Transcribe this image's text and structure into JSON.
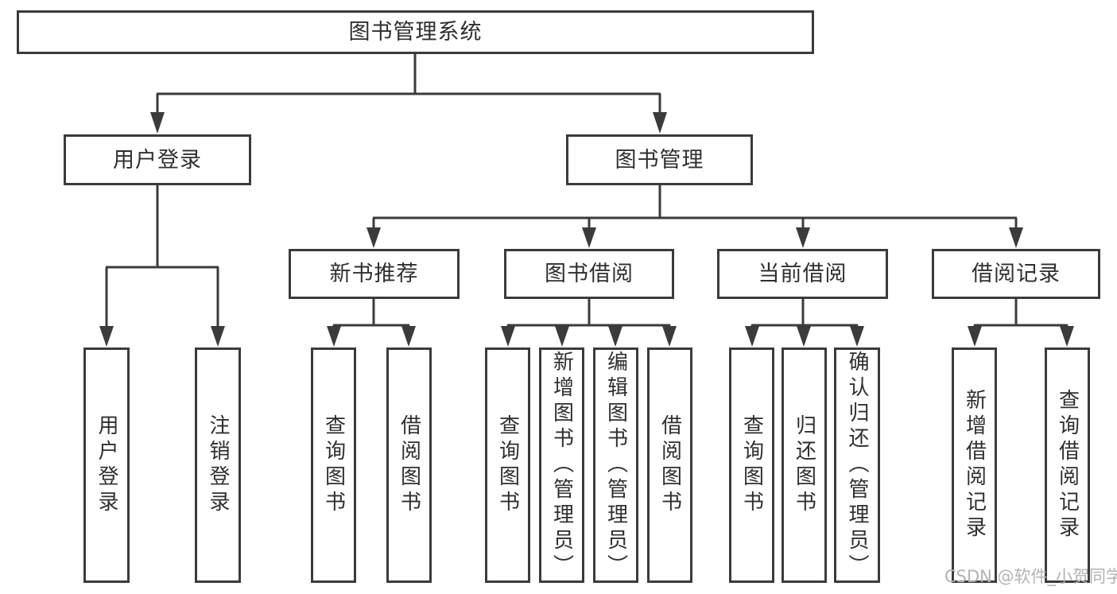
{
  "tree": {
    "label": "图书管理系统",
    "children": [
      {
        "label": "用户登录",
        "children": [
          {
            "label": "用户登录"
          },
          {
            "label": "注销登录"
          }
        ]
      },
      {
        "label": "图书管理",
        "children": [
          {
            "label": "新书推荐",
            "children": [
              {
                "label": "查询图书"
              },
              {
                "label": "借阅图书"
              }
            ]
          },
          {
            "label": "图书借阅",
            "children": [
              {
                "label": "查询图书"
              },
              {
                "label": "新增图书（管理员）"
              },
              {
                "label": "编辑图书（管理员）"
              },
              {
                "label": "借阅图书"
              }
            ]
          },
          {
            "label": "当前借阅",
            "children": [
              {
                "label": "查询图书"
              },
              {
                "label": "归还图书"
              },
              {
                "label": "确认归还（管理员）"
              }
            ]
          },
          {
            "label": "借阅记录",
            "children": [
              {
                "label": "新增借阅记录"
              },
              {
                "label": "查询借阅记录"
              }
            ]
          }
        ]
      }
    ]
  },
  "watermark": {
    "text": "CSDN @软件_小贺同学"
  },
  "colors": {
    "line": "#3b3b3b",
    "text": "#2f2f2f",
    "watermark": "#b3b3b3",
    "background": "#ffffff"
  }
}
